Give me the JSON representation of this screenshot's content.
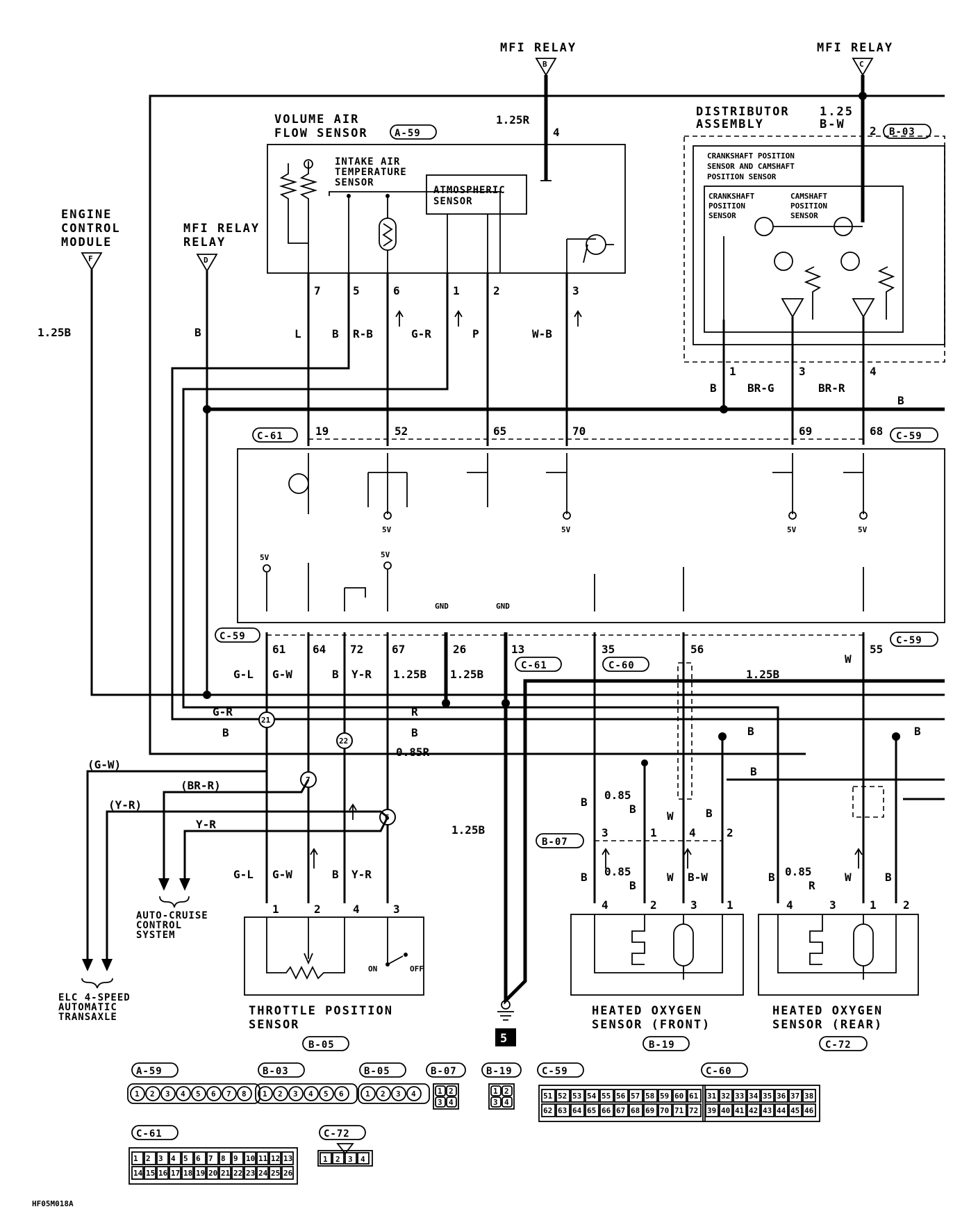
{
  "relays": {
    "mfi_relay_b": "MFI RELAY",
    "mfi_relay_c": "MFI RELAY",
    "mfi_relay_d": "MFI RELAY",
    "relay_b_letter": "B",
    "relay_c_letter": "C",
    "relay_d_letter": "D"
  },
  "ecm": {
    "label1": "ENGINE",
    "label2": "CONTROL",
    "label3": "MODULE",
    "letter": "F",
    "wire": "1.25B"
  },
  "relay_d_wire": "B",
  "vaf": {
    "label1": "VOLUME AIR",
    "label2": "FLOW SENSOR",
    "conn": "A-59",
    "iat1": "INTAKE AIR",
    "iat2": "TEMPERATURE",
    "iat3": "SENSOR",
    "atm1": "ATMOSPHERIC",
    "atm2": "SENSOR",
    "relay_wire": "1.25R",
    "relay_pin": "4",
    "pins": [
      "7",
      "5",
      "6",
      "1",
      "2",
      "3"
    ],
    "colors": [
      "L",
      "B",
      "R-B",
      "G-R",
      "P",
      "W-B"
    ]
  },
  "dist": {
    "label1": "DISTRIBUTOR",
    "label2": "ASSEMBLY",
    "wire1": "1.25",
    "wire2": "B-W",
    "pin": "2",
    "conn": "B-03",
    "inner1": "CRANKSHAFT POSITION",
    "inner2": "SENSOR AND CAMSHAFT",
    "inner3": "POSITION SENSOR",
    "cps1": "CRANKSHAFT",
    "cps2": "POSITION",
    "cps3": "SENSOR",
    "cmp1": "CAMSHAFT",
    "cmp2": "POSITION",
    "cmp3": "SENSOR",
    "pins": [
      "1",
      "3",
      "4"
    ],
    "colors": [
      "B",
      "BR-G",
      "BR-R"
    ],
    "bus": "B"
  },
  "ecm_top": {
    "conn_left": "C-61",
    "conn_right": "C-59",
    "pins": [
      "19",
      "52",
      "65",
      "70",
      "69",
      "68"
    ],
    "v5": "5V"
  },
  "ecm_bottom": {
    "conn_left": "C-59",
    "pins": [
      "61",
      "64",
      "72",
      "67",
      "26",
      "13",
      "35",
      "56",
      "55"
    ],
    "gnd": "GND",
    "v5": "5V",
    "conn_c61": "C-61",
    "conn_c60": "C-60",
    "conn_c59": "C-59"
  },
  "wires_mid": {
    "gl": "G-L",
    "gw": "G-W",
    "b": "B",
    "yr": "Y-R",
    "w125b_a": "1.25B",
    "w125b_b": "1.25B",
    "w125b_c": "1.25B",
    "gr": "G-R",
    "r": "R",
    "b2": "B",
    "b3": "B",
    "b4": "B",
    "b5": "B",
    "r085": "0.85R",
    "w": "W",
    "b6": "B"
  },
  "junctions": {
    "j21": "21",
    "j22": "22",
    "j7": "7",
    "j6": "6"
  },
  "left_wires": {
    "gw": "(G-W)",
    "brr": "(BR-R)",
    "yr": "(Y-R)",
    "yr2": "Y-R"
  },
  "acc": {
    "label1": "AUTO-CRUISE",
    "label2": "CONTROL",
    "label3": "SYSTEM"
  },
  "elc": {
    "label1": "ELC 4-SPEED",
    "label2": "AUTOMATIC",
    "label3": "TRANSAXLE"
  },
  "tps": {
    "label1": "THROTTLE POSITION",
    "label2": "SENSOR",
    "conn": "B-05",
    "pins": [
      "1",
      "2",
      "4",
      "3"
    ],
    "colors": [
      "G-L",
      "G-W",
      "B",
      "Y-R"
    ],
    "on": "ON",
    "off": "OFF"
  },
  "ground": {
    "wire": "1.25B",
    "number": "5"
  },
  "b07": {
    "conn": "B-07",
    "pins": [
      "3",
      "1",
      "4",
      "2"
    ],
    "top_colors": [
      "B",
      "0.85",
      "B",
      "W",
      "B"
    ],
    "bot_colors": [
      "B",
      "0.85",
      "B",
      "W",
      "B-W"
    ]
  },
  "ho2f": {
    "label1": "HEATED OXYGEN",
    "label2": "SENSOR (FRONT)",
    "conn": "B-19",
    "pins": [
      "4",
      "2",
      "3",
      "1"
    ]
  },
  "ho2r": {
    "label1": "HEATED OXYGEN",
    "label2": "SENSOR (REAR)",
    "conn": "C-72",
    "pins": [
      "4",
      "3",
      "1",
      "2"
    ],
    "colors": [
      "B",
      "0.85",
      "R",
      "W",
      "B"
    ]
  },
  "connectors": {
    "a59": {
      "name": "A-59",
      "pins": [
        "1",
        "2",
        "3",
        "4",
        "5",
        "6",
        "7",
        "8"
      ]
    },
    "b03": {
      "name": "B-03",
      "pins": [
        "1",
        "2",
        "3",
        "4",
        "5",
        "6"
      ]
    },
    "b05": {
      "name": "B-05",
      "pins": [
        "1",
        "2",
        "3",
        "4"
      ]
    },
    "b07": {
      "name": "B-07",
      "pins": [
        "1",
        "2",
        "3",
        "4"
      ]
    },
    "b19": {
      "name": "B-19",
      "pins": [
        "1",
        "2",
        "3",
        "4"
      ]
    },
    "c59": {
      "name": "C-59",
      "row1": [
        "51",
        "52",
        "53",
        "54",
        "55",
        "56",
        "57",
        "58",
        "59",
        "60",
        "61"
      ],
      "row2": [
        "62",
        "63",
        "64",
        "65",
        "66",
        "67",
        "68",
        "69",
        "70",
        "71",
        "72"
      ]
    },
    "c60": {
      "name": "C-60",
      "row1": [
        "31",
        "32",
        "33",
        "34",
        "35",
        "36",
        "37",
        "38"
      ],
      "row2": [
        "39",
        "40",
        "41",
        "42",
        "43",
        "44",
        "45",
        "46"
      ]
    },
    "c61": {
      "name": "C-61",
      "row1": [
        "1",
        "2",
        "3",
        "4",
        "5",
        "6",
        "7",
        "8",
        "9",
        "10",
        "11",
        "12",
        "13"
      ],
      "row2": [
        "14",
        "15",
        "16",
        "17",
        "18",
        "19",
        "20",
        "21",
        "22",
        "23",
        "24",
        "25",
        "26"
      ]
    },
    "c72": {
      "name": "C-72",
      "pins": [
        "1",
        "2",
        "3",
        "4"
      ]
    }
  },
  "footer_code": "HF05M018A"
}
